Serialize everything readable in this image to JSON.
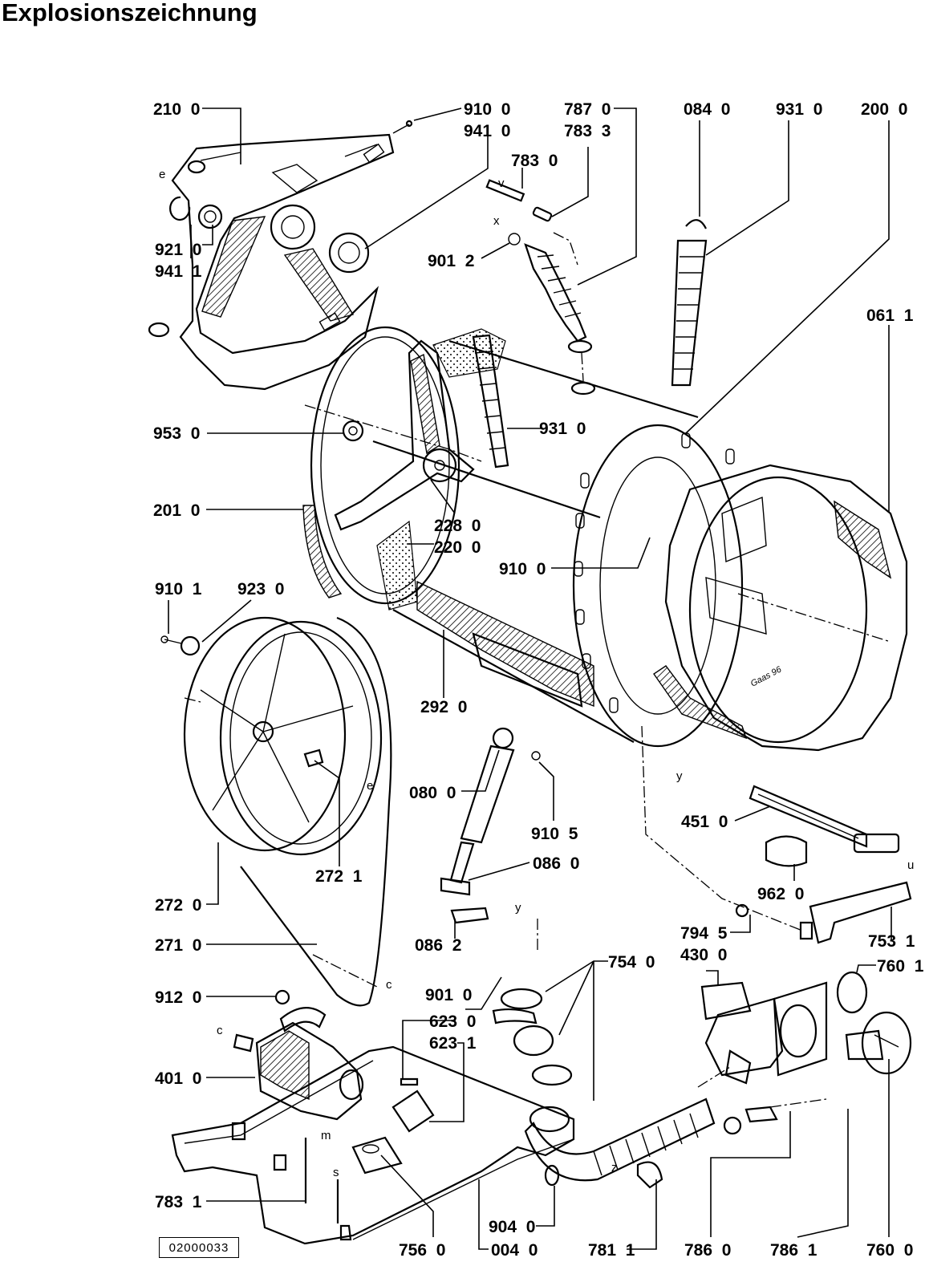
{
  "title": "Explosionszeichnung",
  "drawing_code": "02000033",
  "parts": [
    {
      "id": "210-0",
      "label": "210  0"
    },
    {
      "id": "910-0-top",
      "label": "910  0"
    },
    {
      "id": "941-0",
      "label": "941  0"
    },
    {
      "id": "787-0",
      "label": "787  0"
    },
    {
      "id": "783-3",
      "label": "783  3"
    },
    {
      "id": "783-0",
      "label": "783  0"
    },
    {
      "id": "084-0",
      "label": "084  0"
    },
    {
      "id": "931-0-top",
      "label": "931  0"
    },
    {
      "id": "200-0",
      "label": "200  0"
    },
    {
      "id": "061-1",
      "label": "061  1"
    },
    {
      "id": "921-0",
      "label": "921  0"
    },
    {
      "id": "941-1",
      "label": "941  1"
    },
    {
      "id": "901-2",
      "label": "901  2"
    },
    {
      "id": "953-0",
      "label": "953  0"
    },
    {
      "id": "931-0-mid",
      "label": "931  0"
    },
    {
      "id": "201-0",
      "label": "201  0"
    },
    {
      "id": "228-0",
      "label": "228  0"
    },
    {
      "id": "220-0",
      "label": "220  0"
    },
    {
      "id": "910-0-mid",
      "label": "910  0"
    },
    {
      "id": "910-1",
      "label": "910  1"
    },
    {
      "id": "923-0",
      "label": "923  0"
    },
    {
      "id": "292-0",
      "label": "292  0"
    },
    {
      "id": "080-0",
      "label": "080  0"
    },
    {
      "id": "910-5",
      "label": "910  5"
    },
    {
      "id": "451-0",
      "label": "451  0"
    },
    {
      "id": "272-1",
      "label": "272  1"
    },
    {
      "id": "086-0",
      "label": "086  0"
    },
    {
      "id": "962-0",
      "label": "962  0"
    },
    {
      "id": "272-0",
      "label": "272  0"
    },
    {
      "id": "271-0",
      "label": "271  0"
    },
    {
      "id": "086-2",
      "label": "086  2"
    },
    {
      "id": "754-0",
      "label": "754  0"
    },
    {
      "id": "794-5",
      "label": "794  5"
    },
    {
      "id": "753-1",
      "label": "753  1"
    },
    {
      "id": "430-0",
      "label": "430  0"
    },
    {
      "id": "760-1",
      "label": "760  1"
    },
    {
      "id": "912-0",
      "label": "912  0"
    },
    {
      "id": "901-0",
      "label": "901  0"
    },
    {
      "id": "623-0",
      "label": "623  0"
    },
    {
      "id": "623-1",
      "label": "623  1"
    },
    {
      "id": "401-0",
      "label": "401  0"
    },
    {
      "id": "783-1",
      "label": "783  1"
    },
    {
      "id": "904-0",
      "label": "904  0"
    },
    {
      "id": "756-0",
      "label": "756  0"
    },
    {
      "id": "004-0",
      "label": "004  0"
    },
    {
      "id": "781-1",
      "label": "781  1"
    },
    {
      "id": "786-0",
      "label": "786  0"
    },
    {
      "id": "786-1",
      "label": "786  1"
    },
    {
      "id": "760-0",
      "label": "760  0"
    }
  ],
  "connector_letters": [
    {
      "id": "e-top",
      "letter": "e"
    },
    {
      "id": "v",
      "letter": "v"
    },
    {
      "id": "x",
      "letter": "x"
    },
    {
      "id": "e-pulley",
      "letter": "e"
    },
    {
      "id": "y-drum",
      "letter": "y"
    },
    {
      "id": "u",
      "letter": "u"
    },
    {
      "id": "y-sleeve",
      "letter": "y"
    },
    {
      "id": "c-belt",
      "letter": "c"
    },
    {
      "id": "c-motor",
      "letter": "c"
    },
    {
      "id": "m",
      "letter": "m"
    },
    {
      "id": "s",
      "letter": "s"
    },
    {
      "id": "z",
      "letter": "z"
    }
  ],
  "signature": "Gaas 96"
}
